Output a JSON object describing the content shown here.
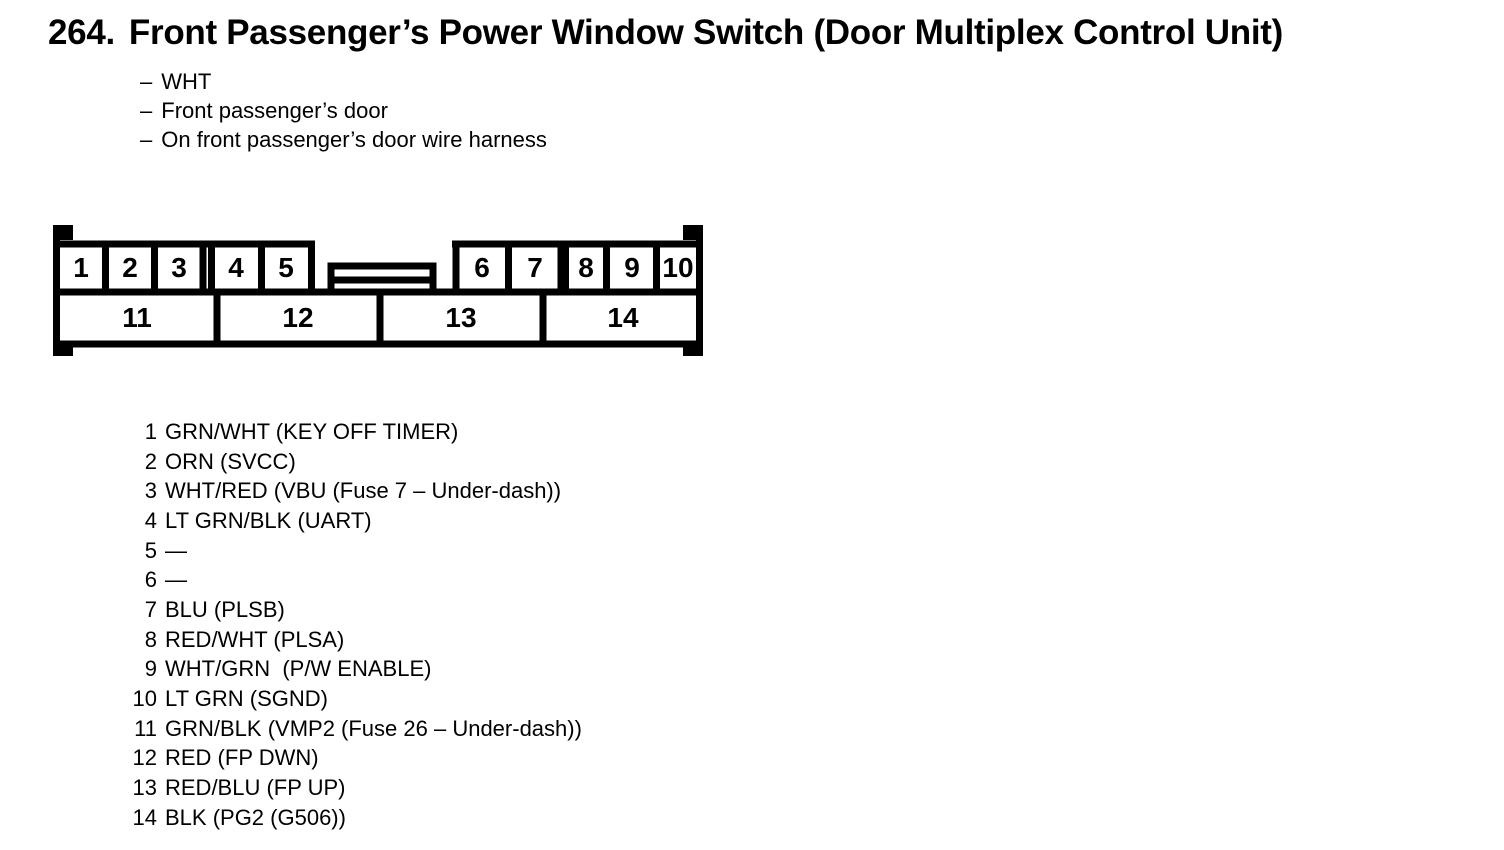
{
  "title": {
    "number": "264.",
    "text": "Front Passenger’s Power Window Switch (Door Multiplex Control Unit)"
  },
  "bullet_char": "–",
  "notes": [
    "WHT",
    "Front passenger’s door",
    "On front passenger’s door wire harness"
  ],
  "connector": {
    "top_pins": [
      "1",
      "2",
      "3",
      "4",
      "5",
      "6",
      "7",
      "8",
      "9",
      "10"
    ],
    "bottom_pins": [
      "11",
      "12",
      "13",
      "14"
    ]
  },
  "pin_list": [
    {
      "num": "1",
      "desc": "GRN/WHT (KEY OFF TIMER)"
    },
    {
      "num": "2",
      "desc": "ORN (SVCC)"
    },
    {
      "num": "3",
      "desc": "WHT/RED (VBU (Fuse 7 – Under-dash))"
    },
    {
      "num": "4",
      "desc": "LT GRN/BLK (UART)"
    },
    {
      "num": "5",
      "desc": "—"
    },
    {
      "num": "6",
      "desc": "—"
    },
    {
      "num": "7",
      "desc": "BLU (PLSB)"
    },
    {
      "num": "8",
      "desc": "RED/WHT (PLSA)"
    },
    {
      "num": "9",
      "desc": "WHT/GRN  (P/W ENABLE)"
    },
    {
      "num": "10",
      "desc": "LT GRN (SGND)"
    },
    {
      "num": "11",
      "desc": "GRN/BLK (VMP2 (Fuse 26 – Under-dash))"
    },
    {
      "num": "12",
      "desc": "RED (FP DWN)"
    },
    {
      "num": "13",
      "desc": "RED/BLU (FP UP)"
    },
    {
      "num": "14",
      "desc": "BLK (PG2 (G506))"
    }
  ],
  "colors": {
    "ink": "#000000",
    "paper": "#ffffff"
  }
}
